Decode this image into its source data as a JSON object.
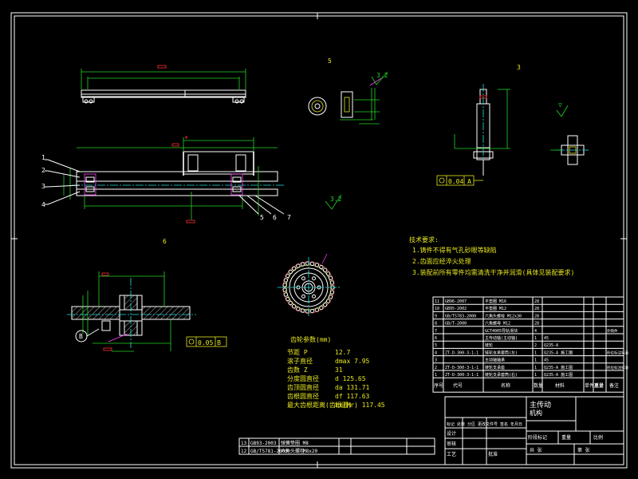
{
  "view_labels": {
    "v5": "5",
    "v3": "3",
    "v6": "6"
  },
  "tolerance": {
    "top_datum": "0.04 A",
    "bottom_datum": "0.05 B"
  },
  "roughness": {
    "top": "3.2",
    "mid": "3.2",
    "right": "▽"
  },
  "balloons": {
    "left": [
      "1",
      "2",
      "3",
      "4"
    ],
    "bottom": [
      "5",
      "6",
      "7"
    ]
  },
  "datum_b": "B",
  "tech_requirements": {
    "title": "技术要求:",
    "lines": [
      "1.铸件不得有气孔砂眼等缺陷",
      "2.齿面应经淬火处理",
      "3.装配前所有零件均需清洗干净并润滑(具体见装配要求)"
    ]
  },
  "gear_params": {
    "title": "齿轮参数(mm)",
    "rows": [
      {
        "label": "节距  P",
        "value": "12.7"
      },
      {
        "label": "滚子直径",
        "value": "dmax   7.95"
      },
      {
        "label": "齿数  Z",
        "value": "31"
      },
      {
        "label": "分度圆直径",
        "value": "d   125.65"
      },
      {
        "label": "齿顶圆直径",
        "value": "da   131.71"
      },
      {
        "label": "齿根圆直径",
        "value": "df   117.63"
      },
      {
        "label": "最大齿根距离(齿根圆)",
        "value": "Lx(Mr)   117.45"
      }
    ]
  },
  "parts_list": {
    "rows": [
      {
        "no": "11",
        "code": "GB96-2007",
        "name": "平垫圈 M16",
        "qty": "28",
        "material": "",
        "note": ""
      },
      {
        "no": "10",
        "code": "GB95-2002",
        "name": "平垫圈 M12",
        "qty": "28",
        "material": "",
        "note": ""
      },
      {
        "no": "9",
        "code": "GB/T5783-2000",
        "name": "六角头螺栓 M12x30",
        "qty": "28",
        "material": "",
        "note": ""
      },
      {
        "no": "8",
        "code": "GB/T-2000",
        "name": "六角螺母 M12",
        "qty": "28",
        "material": "",
        "note": ""
      },
      {
        "no": "7",
        "code": "",
        "name": "GCT4005导轨滑块",
        "qty": "4",
        "material": "",
        "note": "外购件"
      },
      {
        "no": "6",
        "code": "",
        "name": "主传动轴(主动轴)",
        "qty": "1",
        "material": "45",
        "note": ""
      },
      {
        "no": "5",
        "code": "",
        "name": "链轮",
        "qty": "2",
        "material": "Q235-A",
        "note": ""
      },
      {
        "no": "4",
        "code": "ZT-D-300-3-1-1",
        "name": "链轮支承套筒(左)",
        "qty": "1",
        "material": "Q235-A 施工图",
        "note": "形位标注标清"
      },
      {
        "no": "3",
        "code": "",
        "name": "主动轴轴承",
        "qty": "1",
        "material": "45",
        "note": ""
      },
      {
        "no": "2",
        "code": "ZT-D-300-3-1-1",
        "name": "链轮支承座",
        "qty": "1",
        "material": "Q235-A 施工图",
        "note": "形位标注标清"
      },
      {
        "no": "1",
        "code": "ZT-D-300-3-1-1",
        "name": "链轮支承套筒(右)",
        "qty": "1",
        "material": "Q235-A 施工图",
        "note": ""
      }
    ],
    "header": {
      "no": "序号",
      "code": "代号",
      "name": "名称",
      "qty": "数量",
      "material": "材料",
      "unit_wt": "单件重量",
      "total_wt": "总计",
      "note": "备注"
    }
  },
  "title_block": {
    "drawing_title": "主传动",
    "drawing_subtitle": "机构",
    "stage_label": "阶段标记",
    "weight_label": "重量",
    "scale_label": "比例",
    "sheet_total": "共 张",
    "sheet_no": "第 张",
    "revision_headers": "标记  处数  分区  更改文件号  签名  年月日",
    "design": "设计",
    "check": "审核",
    "process": "工艺",
    "approve": "批准"
  },
  "lower_list": {
    "rows": [
      {
        "no": "13",
        "code": "GB93-2003",
        "name": "弹簧垫圈  M8",
        "qty": "",
        "note": ""
      },
      {
        "no": "12",
        "code": "GB/T5781-2000",
        "name": "六角头螺栓",
        "qty": "",
        "note": "M8x20"
      }
    ]
  }
}
